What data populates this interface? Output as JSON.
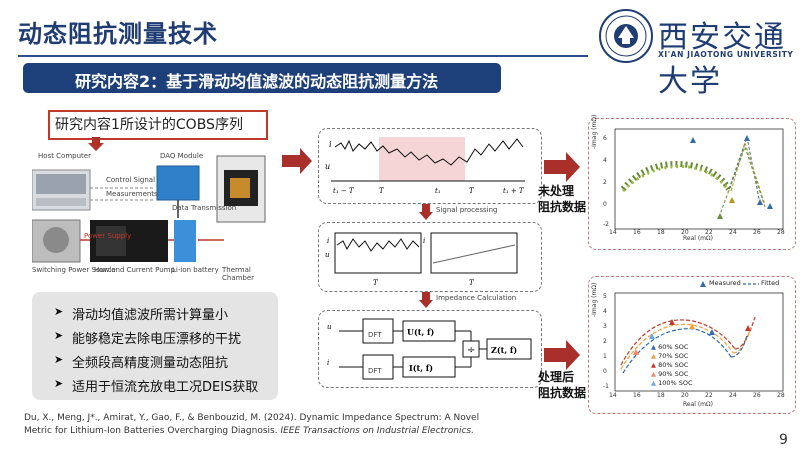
{
  "header": {
    "title": "动态阻抗测量技术",
    "university_cn": "西安交通大学",
    "university_en": "XI'AN JIAOTONG UNIVERSITY"
  },
  "banner": {
    "text": "研究内容2：基于滑动均值滤波的动态阻抗测量方法"
  },
  "hardware": {
    "tag": "研究内容1所设计的COBS序列",
    "host_computer": "Host Computer",
    "daq_module": "DAQ Module",
    "control_signal": "Control Signal",
    "measurements": "Measurements",
    "data_transmission": "Data Transmission",
    "power_supply": "Power Supply",
    "switching_power_source": "Switching Power Source",
    "howland_pump": "Howland Current Pump",
    "li_ion_battery": "Li-ion battery",
    "thermal_chamber": "Thermal Chamber"
  },
  "bullets": [
    "滑动均值滤波所需计算量小",
    "能够稳定去除电压漂移的干扰",
    "全频段高精度测量动态阻抗",
    "适用于恒流充放电工况DEIS获取"
  ],
  "flow": {
    "signal_processing": "Signal processing",
    "impedance_calculation": "Impedance Calculation",
    "unprocessed_label": [
      "未处理",
      "阻抗数据"
    ],
    "processed_label": [
      "处理后",
      "阻抗数据"
    ],
    "dft": "DFT"
  },
  "chart_top": {
    "ylabel": "-Imag (mΩ)",
    "xlabel": "Real (mΩ)",
    "xticks": [
      "14",
      "16",
      "18",
      "20",
      "22",
      "24",
      "26",
      "28"
    ],
    "yticks": [
      "-2",
      "0",
      "2",
      "4",
      "6"
    ]
  },
  "chart_bottom": {
    "ylabel": "-Imag (mΩ)",
    "xlabel": "Real (mΩ)",
    "xticks": [
      "14",
      "16",
      "18",
      "20",
      "22",
      "24",
      "26",
      "28"
    ],
    "yticks": [
      "-1",
      "0",
      "1",
      "2",
      "3",
      "4",
      "5"
    ],
    "legend_measured": "Measured",
    "legend_fitted": "Fitted",
    "series": [
      {
        "name": "60% SOC",
        "color": "#2f6bb0"
      },
      {
        "name": "70% SOC",
        "color": "#f3a23a"
      },
      {
        "name": "80% SOC",
        "color": "#c0392b"
      },
      {
        "name": "90% SOC",
        "color": "#f08a6a"
      },
      {
        "name": "100% SOC",
        "color": "#6aa8e0"
      }
    ]
  },
  "citation": {
    "line1": "Du, X., Meng, J*., Amirat, Y., Gao, F., & Benbouzid, M. (2024). Dynamic Impedance Spectrum: A Novel",
    "line2a": "Metric for Lithium-Ion Batteries Overcharging Diagnosis. ",
    "line2b": "IEEE Transactions on Industrial Electronics."
  },
  "page_number": "9"
}
